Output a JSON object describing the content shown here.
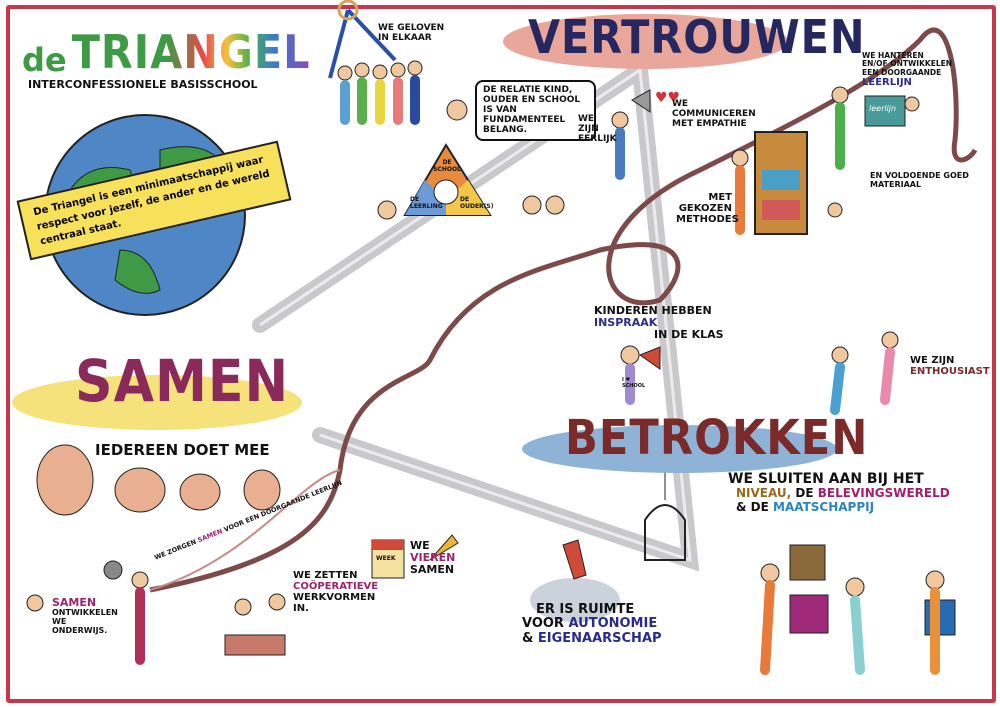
{
  "logo": {
    "prefix": "de",
    "name": "TRIANGEL",
    "subtitle": "INTERCONFESSIONELE BASISSCHOOL"
  },
  "globe_banner": "De Triangel is een minimaatschappij waar respect voor jezelf, de ander en de wereld centraal staat.",
  "pillars": {
    "vertrouwen": "VERTROUWEN",
    "samen": "SAMEN",
    "betrokken": "BETROKKEN"
  },
  "vertrouwen_items": {
    "geloven": "We geloven in elkaar",
    "relatie": "De relatie kind, ouder en school is van fundamenteel belang.",
    "triangle": {
      "top": "De school",
      "left": "De leerling",
      "right": "De ouder(s)"
    },
    "eerlijk": "We zijn eerlijk",
    "empathie": "We communiceren met empathie",
    "methodes": "Met gekozen methodes",
    "leerlijn": {
      "text": "We hanteren en/of ontwikkelen een doorgaande",
      "highlight": "leerlijn",
      "board": "leerlijn"
    },
    "materiaal": "En voldoende goed materiaal"
  },
  "samen_items": {
    "iedereen": "Iedereen doet mee",
    "rope_text": {
      "pre": "We zorgen",
      "highlight": "samen",
      "post": "voor een doorgaande leerlijn"
    },
    "ontwikkelen": {
      "highlight": "Samen",
      "text": "ontwikkelen we onderwijs."
    },
    "cooperatief": {
      "pre": "We zetten",
      "highlight": "coöperatieve",
      "post": "werkvormen in."
    },
    "vieren": {
      "pre": "We",
      "highlight": "vieren",
      "post": "samen",
      "calendar": "Week"
    }
  },
  "betrokken_items": {
    "inspraak": {
      "pre": "Kinderen hebben",
      "highlight": "inspraak",
      "post": "in de klas",
      "shirt": "I ♥ school"
    },
    "enthousiast": {
      "pre": "We zijn",
      "highlight": "enthousiast"
    },
    "aansluiten": {
      "line1": "We sluiten aan bij het",
      "niveau": "niveau,",
      "de1": "de",
      "beleving": "belevingswereld",
      "amp": "& de",
      "maatschappij": "maatschappij"
    },
    "ruimte": {
      "line1": "Er is ruimte",
      "voor": "voor",
      "autonomie": "autonomie",
      "amp": "&",
      "eigenaarschap": "eigenaarschap"
    }
  },
  "colors": {
    "frame": "#c8364c",
    "vertrouwen_bg": "#e9a79c",
    "samen_bg": "#f6e27a",
    "betrokken_bg": "#8fb3d6",
    "rope": "#7d4a4a",
    "road": "#c9c9cc"
  }
}
